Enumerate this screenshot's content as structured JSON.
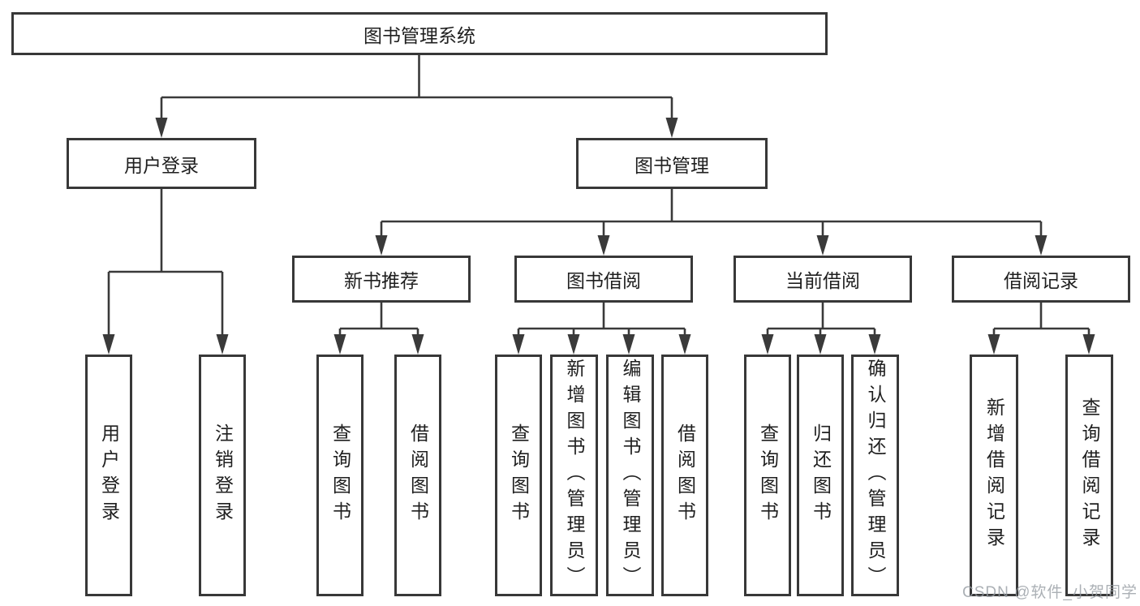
{
  "colors": {
    "ink": "#383838"
  },
  "diagram": {
    "root": {
      "label": "图书管理系统"
    },
    "branches": [
      {
        "label": "用户登录",
        "children": [
          "用户登录",
          "注销登录"
        ]
      },
      {
        "label": "图书管理",
        "sections": [
          {
            "label": "新书推荐",
            "children": [
              "查询图书",
              "借阅图书"
            ]
          },
          {
            "label": "图书借阅",
            "children": [
              "查询图书",
              "新增图书（管理员）",
              "编辑图书（管理员）",
              "借阅图书"
            ]
          },
          {
            "label": "当前借阅",
            "children": [
              "查询图书",
              "归还图书",
              "确认归还（管理员）"
            ]
          },
          {
            "label": "借阅记录",
            "children": [
              "新增借阅记录",
              "查询借阅记录"
            ]
          }
        ]
      }
    ]
  },
  "watermark": "CSDN @软件_小贺同学"
}
